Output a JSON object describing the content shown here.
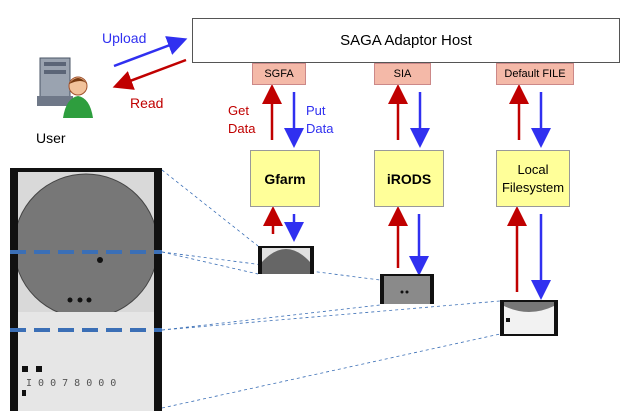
{
  "host": {
    "title": "SAGA Adaptor Host"
  },
  "adaptors": {
    "sgfa": "SGFA",
    "sia": "SIA",
    "file": "Default FILE"
  },
  "storage": {
    "gfarm": "Gfarm",
    "irods": "iRODS",
    "local_line1": "Local",
    "local_line2": "Filesystem"
  },
  "labels": {
    "upload": "Upload",
    "read": "Read",
    "user": "User",
    "get_line1": "Get",
    "get_line2": "Data",
    "put_line1": "Put",
    "put_line2": "Data"
  },
  "colors": {
    "red": "#c00000",
    "blue": "#3030f0",
    "adaptor": "#f4b9a8",
    "storage": "#ffff99",
    "dash": "#3b6fb6"
  },
  "icons": [
    "user-computer-icon",
    "wafer-image"
  ]
}
